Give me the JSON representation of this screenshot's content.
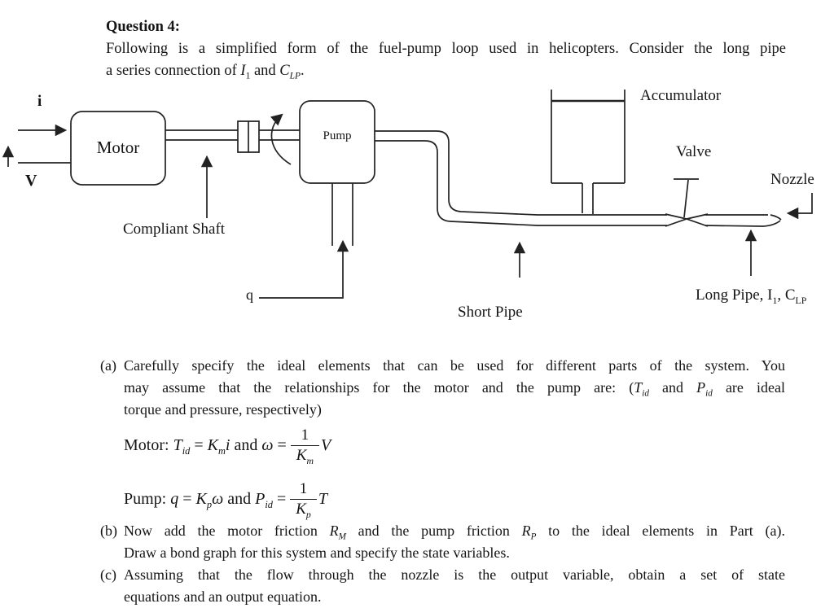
{
  "header": {
    "title": "Question 4:",
    "line1": "Following is a simplified form of the fuel-pump loop used in helicopters.  Consider the long pipe",
    "line2_pre": "a series connection of ",
    "I_var": "I",
    "I_sub": "1",
    "and_word": " and ",
    "C_var": "C",
    "C_sub": "LP",
    "period": "."
  },
  "diagram": {
    "labels": {
      "i": "i",
      "v": "V",
      "motor": "Motor",
      "pump": "Pump",
      "compliant_shaft": "Compliant Shaft",
      "q": "q",
      "accumulator": "Accumulator",
      "valve": "Valve",
      "nozzle": "Nozzle",
      "short_pipe": "Short Pipe",
      "long_pipe_pre": "Long Pipe, I",
      "long_pipe_sub1": "1",
      "long_pipe_mid": ", C",
      "long_pipe_sub2": "LP"
    },
    "line_color": "#222222"
  },
  "parts": {
    "a": {
      "marker": "(a)",
      "line1": "Carefully specify the ideal elements that can be used for different parts of the system.  You",
      "line2_pre": "may assume that the relationships for the motor and the pump are: (",
      "T": "T",
      "T_sub": "id",
      "line2_mid": " and ",
      "P": "P",
      "P_sub": "id",
      "line2_post": " are ideal",
      "line3": "torque and pressure, respectively)"
    },
    "b": {
      "marker": "(b)",
      "line1_pre": "Now add the motor friction ",
      "R1": "R",
      "R1_sub": "M",
      "line1_mid": " and the pump friction ",
      "R2": "R",
      "R2_sub": "P",
      "line1_post": " to the ideal elements in Part (a).",
      "line2": "Draw a bond graph for this system and specify the state variables."
    },
    "c": {
      "marker": "(c)",
      "line1": "Assuming that the flow through the nozzle is the output variable, obtain a set of state",
      "line2": "equations and an output equation."
    }
  },
  "equations": {
    "motor": {
      "label": "Motor: ",
      "T": "T",
      "T_sub": "id",
      "eq1": " = ",
      "K": "K",
      "K_sub": "m",
      "i": "i",
      "and_word": " and ",
      "omega": "ω",
      "eq2": " = ",
      "num": "1",
      "den": "K",
      "den_sub": "m",
      "tail": "V"
    },
    "pump": {
      "label": "Pump: ",
      "q": "q",
      "eq1": " = ",
      "K": "K",
      "K_sub": "p",
      "omega": "ω",
      "and_word": " and ",
      "P": "P",
      "P_sub": "id",
      "eq2": " = ",
      "num": "1",
      "den": "K",
      "den_sub": "p",
      "tail": "T"
    }
  }
}
